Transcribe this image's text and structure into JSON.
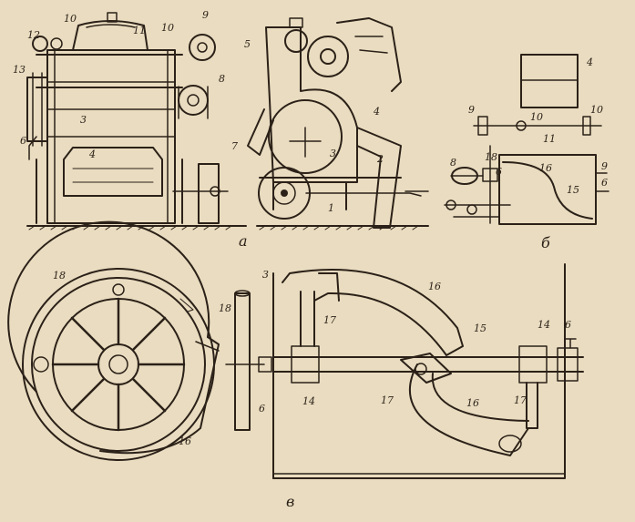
{
  "panels": {
    "a": "a",
    "b": "б",
    "v": "в"
  },
  "labels": {
    "a_12": "12",
    "a_10a": "10",
    "a_11": "11",
    "a_10b": "10",
    "a_9": "9",
    "a_13": "13",
    "a_8": "8",
    "a_3": "3",
    "a_6": "6",
    "a_4": "4",
    "m_5": "5",
    "m_4": "4",
    "m_7": "7",
    "m_3": "3",
    "m_2": "2",
    "m_1": "1",
    "b_4": "4",
    "b_9": "9",
    "b_10": "10",
    "b_11": "11",
    "b_10r": "10",
    "b_8": "8",
    "b_18": "18",
    "b_6": "6",
    "b_16": "16",
    "b_15": "15",
    "b_9r": "9",
    "b_6r": "6",
    "v_18": "18",
    "v_18b": "18",
    "v_3": "3",
    "v_16t": "16",
    "v_17a": "17",
    "v_15": "15",
    "v_14r": "14",
    "v_6r": "6",
    "v_14": "14",
    "v_6": "6",
    "v_17b": "17",
    "v_16b": "16",
    "v_17c": "17",
    "v_16w": "16"
  }
}
